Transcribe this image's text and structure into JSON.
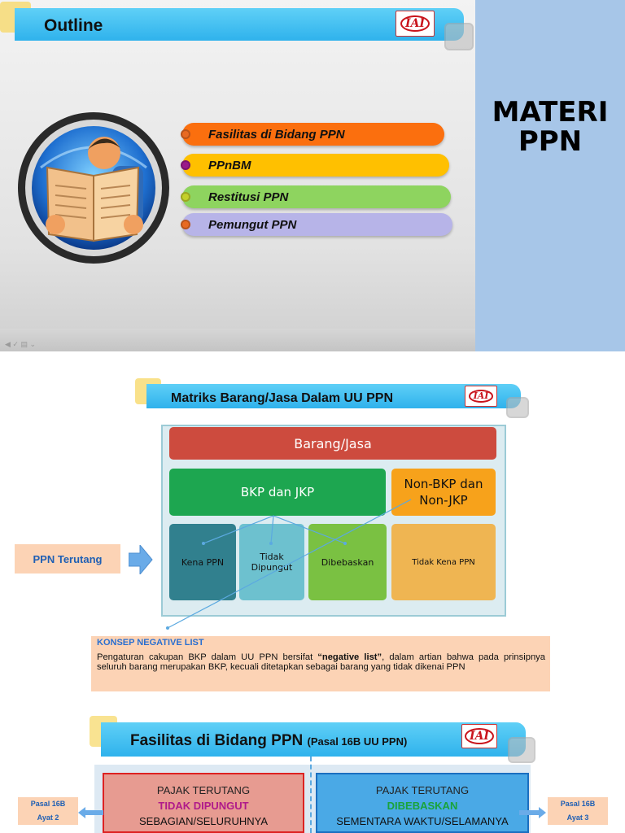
{
  "slide1": {
    "title": "Outline",
    "logo": "IAI",
    "items": [
      {
        "label": "Fasilitas di Bidang PPN",
        "color": "#fb6f0e",
        "dot": "#e86a22"
      },
      {
        "label": "PPnBM",
        "color": "#ffc000",
        "dot": "#9a1a8a"
      },
      {
        "label": "Restitusi PPN",
        "color": "#8ed45f",
        "dot": "#c4d02a"
      },
      {
        "label": "Pemungut PPN",
        "color": "#b7b4e8",
        "dot": "#e86a22"
      }
    ],
    "side_title_line1": "MATERI",
    "side_title_line2": "PPN"
  },
  "slide2": {
    "title": "Matriks Barang/Jasa Dalam UU PPN",
    "logo": "IAI",
    "barang_jasa": "Barang/Jasa",
    "bkp": "BKP dan JKP",
    "non_bkp": "Non-BKP dan Non-JKP",
    "kena": "Kena PPN",
    "tidak_dipungut": "Tidak Dipungut",
    "dibebaskan": "Dibebaskan",
    "tidak_kena": "Tidak Kena PPN",
    "ppn_terutang": "PPN Terutang",
    "konsep_title": "KONSEP NEGATIVE LIST",
    "konsep_text_a": "Pengaturan cakupan BKP dalam UU PPN bersifat ",
    "konsep_text_bold": "“negative list”",
    "konsep_text_b": ", dalam artian bahwa pada prinsipnya seluruh barang merupakan BKP, kecuali ditetapkan sebagai barang yang tidak dikenai PPN"
  },
  "slide3": {
    "title": "Fasilitas di Bidang PPN",
    "title_small": "(Pasal 16B UU PPN)",
    "logo": "IAI",
    "left_line1": "PAJAK TERUTANG",
    "left_line2": "TIDAK DIPUNGUT",
    "left_line3": "SEBAGIAN/SELURUHNYA",
    "right_line1": "PAJAK TERUTANG",
    "right_line2": "DIBEBASKAN",
    "right_line3": "SEMENTARA WAKTU/SELAMANYA",
    "left_tag_1": "Pasal 16B",
    "left_tag_2": "Ayat 2",
    "right_tag_1": "Pasal 16B",
    "right_tag_2": "Ayat 3"
  }
}
